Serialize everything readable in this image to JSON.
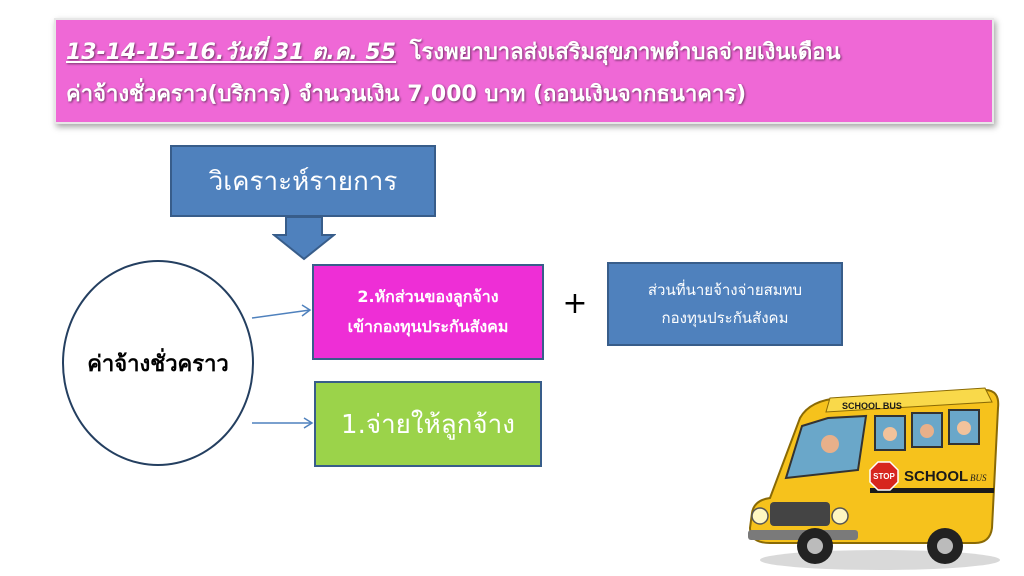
{
  "title": {
    "date": "13-14-15-16.วันที่ 31 ต.ค. 55",
    "line1_rest": "โรงพยาบาลส่งเสริมสุขภาพตำบลจ่ายเงินเดือน",
    "line2": "ค่าจ้างชั่วคราว(บริการ) จำนวนเงิน 7,000 บาท (ถอนเงินจากธนาคาร)"
  },
  "diagram": {
    "analyze_label": "วิเคราะห์รายการ",
    "center_label": "ค่าจ้างชั่วคราว",
    "deduct_line1": "2.หักส่วนของลูกจ้าง",
    "deduct_line2": "เข้ากองทุนประกันสังคม",
    "plus_sign": "+",
    "employer_line1": "ส่วนที่นายจ้างจ่ายสมทบ",
    "employer_line2": "กองทุนประกันสังคม",
    "pay_label": "1.จ่ายให้ลูกจ้าง"
  },
  "bus": {
    "icon": "school-bus-icon",
    "stop_sign": "STOP",
    "side_text": "SCHOOL",
    "side_text2": "BUS",
    "roof_text": "SCHOOL BUS"
  },
  "colors": {
    "title_bg": "#ef68d6",
    "deduct_bg": "#ee2ed6",
    "blue_box": "#4f81bd",
    "green_box": "#9bd34a",
    "bus_yellow": "#f6c21c"
  }
}
